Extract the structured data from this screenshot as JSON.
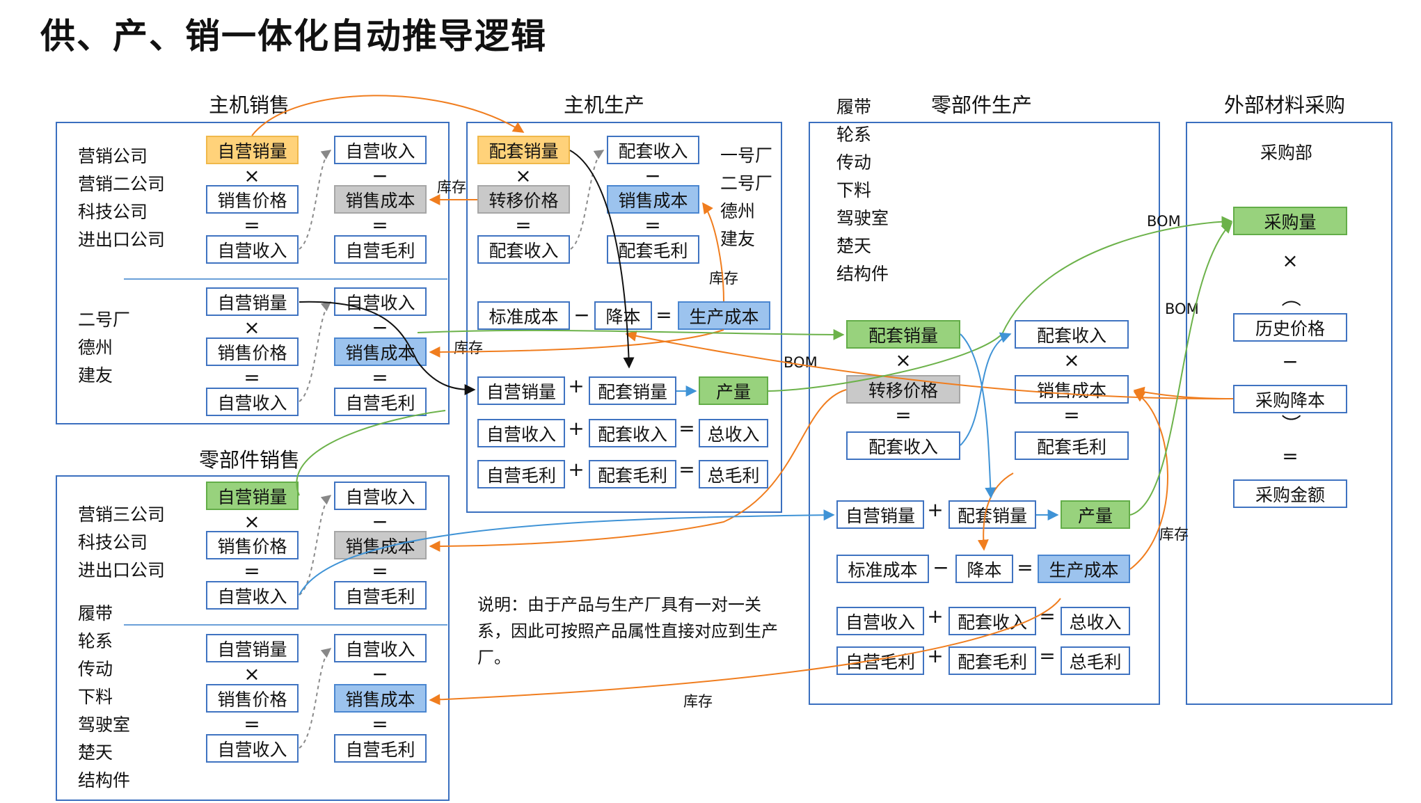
{
  "title": "供、产、销一体化自动推导逻辑",
  "panels": {
    "host_sales": {
      "title": "主机销售",
      "group1_entities": "营销公司\n营销二公司\n科技公司\n进出口公司",
      "group2_entities": "二号厂\n德州\n建友",
      "g1": {
        "self_volume": "自营销量",
        "sale_price": "销售价格",
        "self_revenue_left": "自营收入",
        "self_revenue": "自营收入",
        "sales_cost": "销售成本",
        "self_gross": "自营毛利"
      },
      "g2": {
        "self_volume": "自营销量",
        "sale_price": "销售价格",
        "self_revenue_left": "自营收入",
        "self_revenue": "自营收入",
        "sales_cost": "销售成本",
        "self_gross": "自营毛利"
      }
    },
    "host_production": {
      "title": "主机生产",
      "entities": "一号厂\n二号厂\n德州\n建友",
      "match_volume": "配套销量",
      "transfer_price": "转移价格",
      "match_revenue_left": "配套收入",
      "match_revenue": "配套收入",
      "sales_cost": "销售成本",
      "match_gross": "配套毛利",
      "std_cost": "标准成本",
      "cost_down": "降本",
      "prod_cost": "生产成本",
      "self_volume": "自营销量",
      "match_volume2": "配套销量",
      "output": "产量",
      "self_revenue": "自营收入",
      "match_revenue2": "配套收入",
      "total_revenue": "总收入",
      "self_gross": "自营毛利",
      "match_gross2": "配套毛利",
      "total_gross": "总毛利"
    },
    "parts_production": {
      "title": "零部件生产",
      "entities": "履带\n轮系\n传动\n下料\n驾驶室\n楚天\n结构件",
      "match_volume": "配套销量",
      "transfer_price": "转移价格",
      "match_revenue_left": "配套收入",
      "match_revenue": "配套收入",
      "sales_cost": "销售成本",
      "match_gross": "配套毛利",
      "self_volume": "自营销量",
      "match_volume2": "配套销量",
      "output": "产量",
      "std_cost": "标准成本",
      "cost_down": "降本",
      "prod_cost": "生产成本",
      "self_revenue": "自营收入",
      "match_revenue2": "配套收入",
      "total_revenue": "总收入",
      "self_gross": "自营毛利",
      "match_gross2": "配套毛利",
      "total_gross": "总毛利"
    },
    "external_purchase": {
      "title": "外部材料采购",
      "dept": "采购部",
      "purchase_volume": "采购量",
      "hist_price": "历史价格",
      "purchase_cost_down": "采购降本",
      "purchase_amount": "采购金额"
    },
    "parts_sales": {
      "title": "零部件销售",
      "group1_entities": "营销三公司\n科技公司\n进出口公司",
      "group2_entities": "履带\n轮系\n传动\n下料\n驾驶室\n楚天\n结构件",
      "g1": {
        "self_volume": "自营销量",
        "sale_price": "销售价格",
        "self_revenue_left": "自营收入",
        "self_revenue": "自营收入",
        "sales_cost": "销售成本",
        "self_gross": "自营毛利"
      },
      "g2": {
        "self_volume": "自营销量",
        "sale_price": "销售价格",
        "self_revenue_left": "自营收入",
        "self_revenue": "自营收入",
        "sales_cost": "销售成本",
        "self_gross": "自营毛利"
      }
    }
  },
  "operators": {
    "times": "×",
    "minus": "−",
    "equals": "=",
    "plus": "+",
    "open_paren": "（",
    "close_paren": "）"
  },
  "link_labels": {
    "inventory": "库存",
    "bom": "BOM"
  },
  "note": "说明：由于产品与生产厂具有一对一关系，因此可按照产品属性直接对应到生产厂。",
  "colors": {
    "panel_border": "#3a6fbf",
    "orange_flow": "#f07d1e",
    "green_flow": "#6cb24a",
    "blue_flow": "#3f93d6",
    "black_flow": "#111111"
  }
}
